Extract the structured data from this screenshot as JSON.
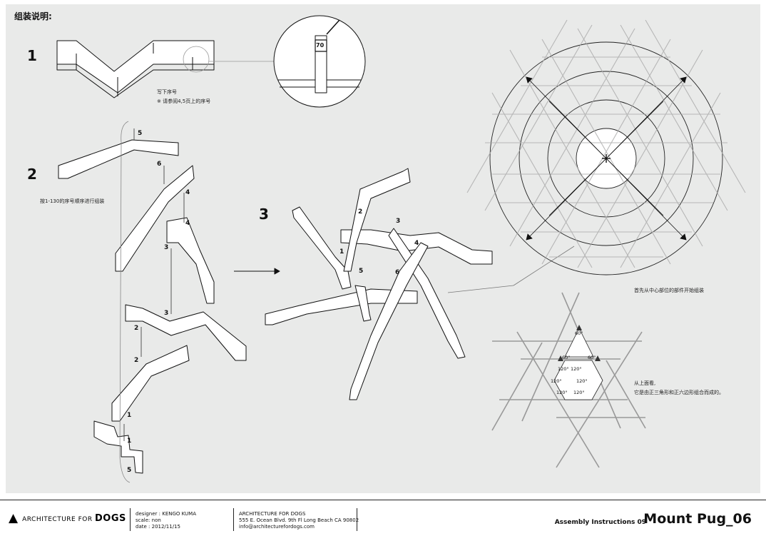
{
  "heading": "组装说明:",
  "steps": {
    "step1": "1",
    "step2": "2",
    "step3": "3"
  },
  "step1_notes": {
    "line1": "写下序号",
    "line2": "※ 请参阅4,5页上的序号",
    "detail_label": "70"
  },
  "step2_note": "按1-130的序号顺序进行组装",
  "step2_labels": [
    "5",
    "6",
    "4",
    "4",
    "3",
    "3",
    "2",
    "2",
    "1",
    "1",
    "5"
  ],
  "step3_labels": [
    "2",
    "3",
    "4",
    "1",
    "5",
    "6"
  ],
  "center_note": "首先从中心部位的部件开始组装",
  "angles": {
    "a60_top": "60°",
    "a60_left": "60°",
    "a60_right": "60°",
    "a120_1": "120°",
    "a120_2": "120°",
    "a120_3": "120°",
    "a120_4": "120°",
    "a120_5": "120°",
    "a120_6": "120°"
  },
  "top_view_note": {
    "line1": "从上面看,",
    "line2": "它是由正三角形和正六边形组合而成的。"
  },
  "footer": {
    "logo_prefix": "ARCHITECTURE FOR",
    "logo_word": "DOGS",
    "designer_key": "designer :",
    "designer_val": "KENGO KUMA",
    "scale_key": "scale:",
    "scale_val": "non",
    "date_key": "date :",
    "date_val": "2012/11/15",
    "org_name": "ARCHITECTURE FOR DOGS",
    "address": "555 E. Ocean Blvd. 9th Fl  Long Beach CA 90802",
    "email": "info@architecturefordogs.com",
    "doc_label": "Assembly Instructions 09",
    "product": "Mount Pug_06"
  }
}
